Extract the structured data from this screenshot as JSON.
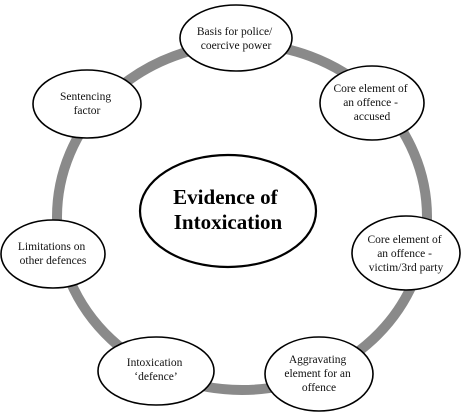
{
  "diagram": {
    "center": {
      "lines": [
        "Evidence of",
        "Intoxication"
      ]
    },
    "nodes": [
      {
        "id": "police-power",
        "lines": [
          "Basis for police/",
          "coercive power"
        ]
      },
      {
        "id": "core-accused",
        "lines": [
          "Core element of",
          "an offence -",
          "accused"
        ]
      },
      {
        "id": "core-victim",
        "lines": [
          "Core element of",
          "an offence -",
          "victim/3rd party"
        ]
      },
      {
        "id": "aggravating",
        "lines": [
          "Aggravating",
          "element for an",
          "offence"
        ]
      },
      {
        "id": "intoxication-defence",
        "lines": [
          "Intoxication",
          "‘defence’"
        ]
      },
      {
        "id": "limitations",
        "lines": [
          "Limitations on",
          "other defences"
        ]
      },
      {
        "id": "sentencing",
        "lines": [
          "Sentencing",
          "factor"
        ]
      }
    ],
    "colors": {
      "ring": "#8a8a8a",
      "outline": "#000000",
      "fill": "#ffffff"
    }
  }
}
